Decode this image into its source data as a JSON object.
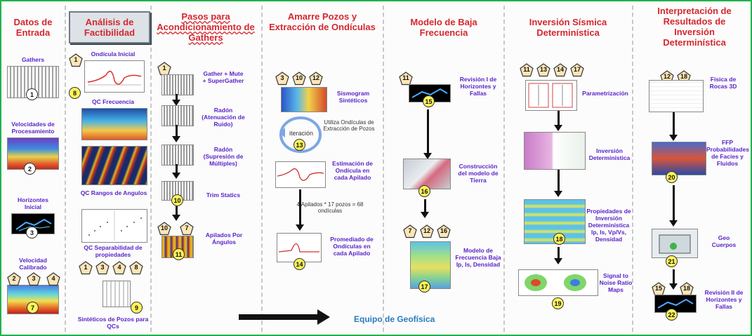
{
  "columns": {
    "datos": {
      "title": "Datos de Entrada"
    },
    "analisis": {
      "title": "Análisis de Factibilidad"
    },
    "pasos": {
      "title": "Pasos para Acondicionamiento de Gathers"
    },
    "amarre": {
      "title": "Amarre Pozos y Extracción de Ondículas"
    },
    "modelo": {
      "title": "Modelo de Baja Frecuencia"
    },
    "inversion": {
      "title": "Inversión Sísmica Determinística"
    },
    "interpretacion": {
      "title": "Interpretación de Resultados de Inversión Determinística"
    }
  },
  "datos_items": [
    {
      "label": "Gathers",
      "step": "1"
    },
    {
      "label": "Velocidades de Procesamiento",
      "step": "2"
    },
    {
      "label": "Horizontes Inicial",
      "step": "3"
    },
    {
      "label": "Velocidad Calibrado",
      "step": "7",
      "tags": [
        "2",
        "3",
        "4"
      ]
    }
  ],
  "analisis_items": [
    {
      "label": "Ondícula Inicial",
      "tags": [
        "1"
      ]
    },
    {
      "label": "QC Frecuencia",
      "step": "8"
    },
    {
      "label": "QC Rangos de Angulos"
    },
    {
      "label": "QC Separabilidad de propiedades",
      "tags": [
        "1",
        "3",
        "4",
        "8"
      ]
    },
    {
      "label": "Sintéticos de Pozos para QCs",
      "step": "9"
    }
  ],
  "pasos_items": [
    {
      "label": "Gather + Mute + SuperGather",
      "tags": [
        "1"
      ]
    },
    {
      "label": "Radón (Atenuación de Ruido)"
    },
    {
      "label": "Radón (Supresión de Múltiples)"
    },
    {
      "label": "Trim Statics",
      "step": "10"
    },
    {
      "label": "Apilados Por Ángulos",
      "step": "11",
      "tags": [
        "10",
        "7"
      ]
    }
  ],
  "amarre_items": {
    "tags": [
      "3",
      "10",
      "12"
    ],
    "sismogram": "Sismogram Sintéticos",
    "iteracion": "iteración",
    "iteracion_step": "13",
    "utiliza": "Utiliza Ondículas de Extracción de Pozos",
    "estimacion": "Estimación de Ondícula en cada Apilado",
    "count_note": "4 Apilados * 17 pozos = 68 ondículas",
    "promediado": "Promediado de Ondículas en cada Apilado",
    "promediado_step": "14"
  },
  "modelo_items": {
    "revision_tag": "11",
    "revision": "Revisión I de Horizontes y Fallas",
    "revision_step": "15",
    "construccion": "Construcción del modelo de Tierra",
    "construccion_step": "16",
    "tags": [
      "7",
      "12",
      "16"
    ],
    "frecuencia": "Modelo de Frecuencia Baja Ip, Is, Densidad",
    "frecuencia_step": "17"
  },
  "inversion_items": {
    "tags": [
      "11",
      "13",
      "14",
      "17"
    ],
    "parametrizacion": "Parametrización",
    "determ": "Inversión Determinística",
    "propiedades": "Propiedades de Inversión Determinística Ip, Is, Vp/Vs, Densidad",
    "propiedades_step": "18",
    "signal": "Signal to Noise Ratio Maps",
    "signal_step": "19"
  },
  "interp_items": {
    "tags": [
      "12",
      "18"
    ],
    "fisica": "Física de Rocas 3D",
    "ffp": "FFP Probabilidades de Facies y Fluidos",
    "ffp_step": "20",
    "geo": "Geo Cuerpos",
    "geo_step": "21",
    "rev_tags": [
      "15",
      "18"
    ],
    "revision": "Revisión II de Horizontes y Fallas",
    "revision_step": "22"
  },
  "footer": {
    "team": "Equipo de Geofísica"
  },
  "colors": {
    "border": "#22b24c",
    "title": "#d5272f",
    "label": "#5b23c9",
    "badge": "#fff35a"
  }
}
